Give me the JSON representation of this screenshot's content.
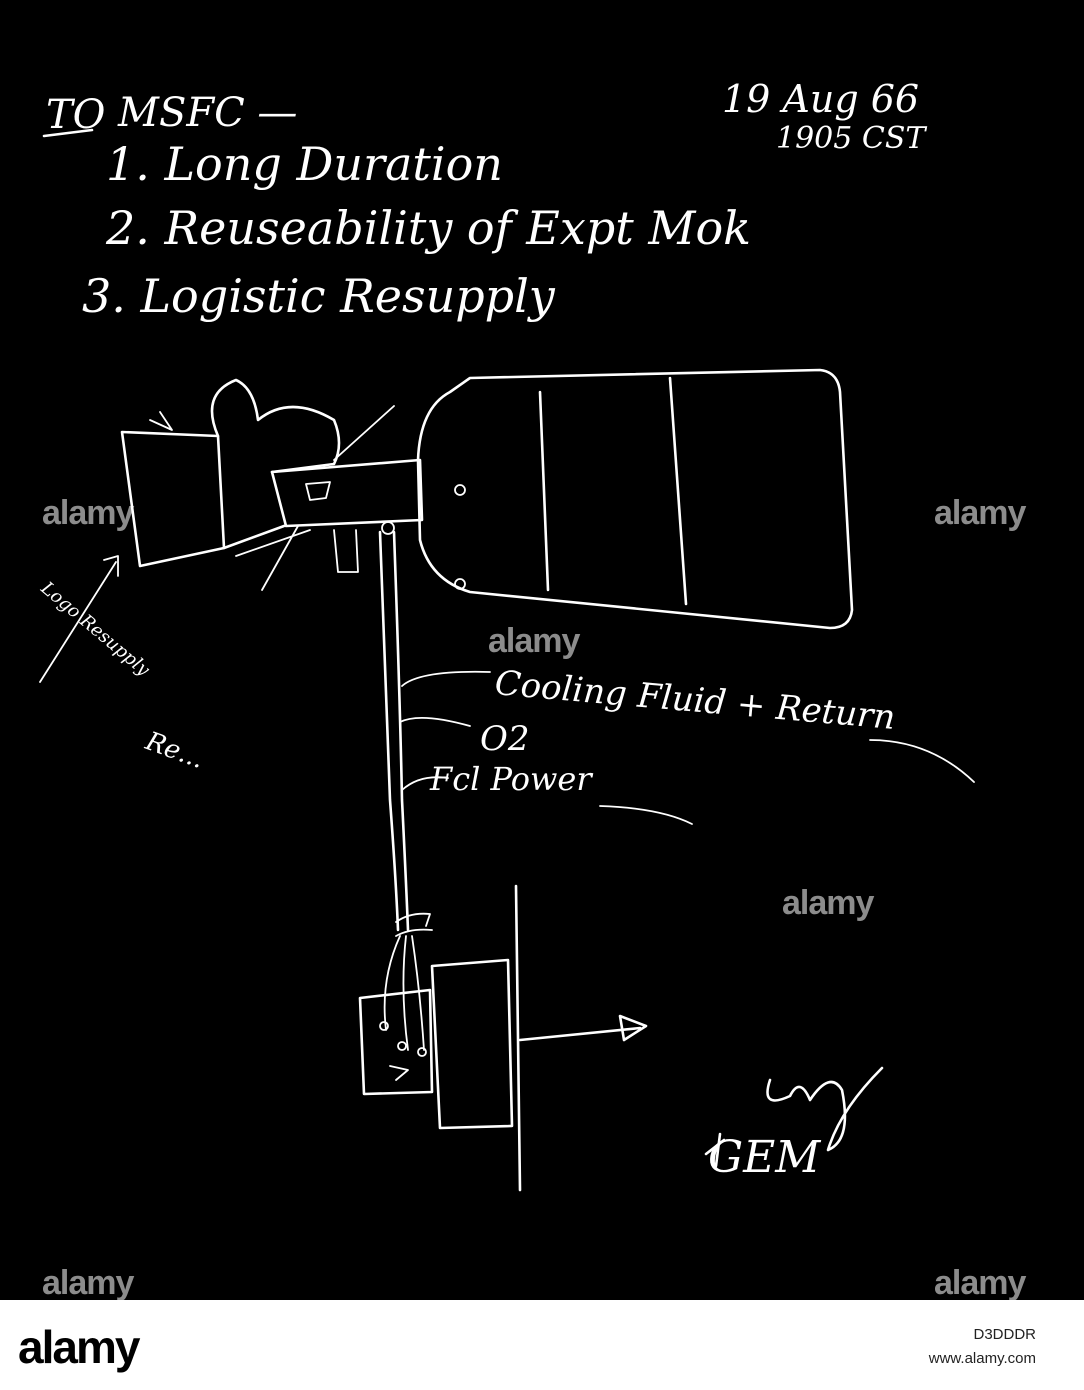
{
  "document": {
    "header": {
      "to": "TO",
      "addressee": "MSFC —",
      "date": "19 Aug 66",
      "time": "1905 CST"
    },
    "items": [
      "1. Long Duration",
      "2. Reuseability of Expt Mok",
      "3. Logistic Resupply"
    ],
    "annotations": {
      "cooling": "Cooling Fluid + Return",
      "oxygen": "O2",
      "power": "Fcl Power",
      "left_side": "Logo Resupply",
      "left_lower": "Re..."
    },
    "signature": "GEM"
  },
  "watermark": {
    "text": "alamy"
  },
  "footer": {
    "logo": "alamy",
    "image_id": "D3DDDR",
    "url": "www.alamy.com"
  },
  "colors": {
    "background": "#000000",
    "ink": "#ffffff",
    "footer_bg": "#ffffff"
  }
}
